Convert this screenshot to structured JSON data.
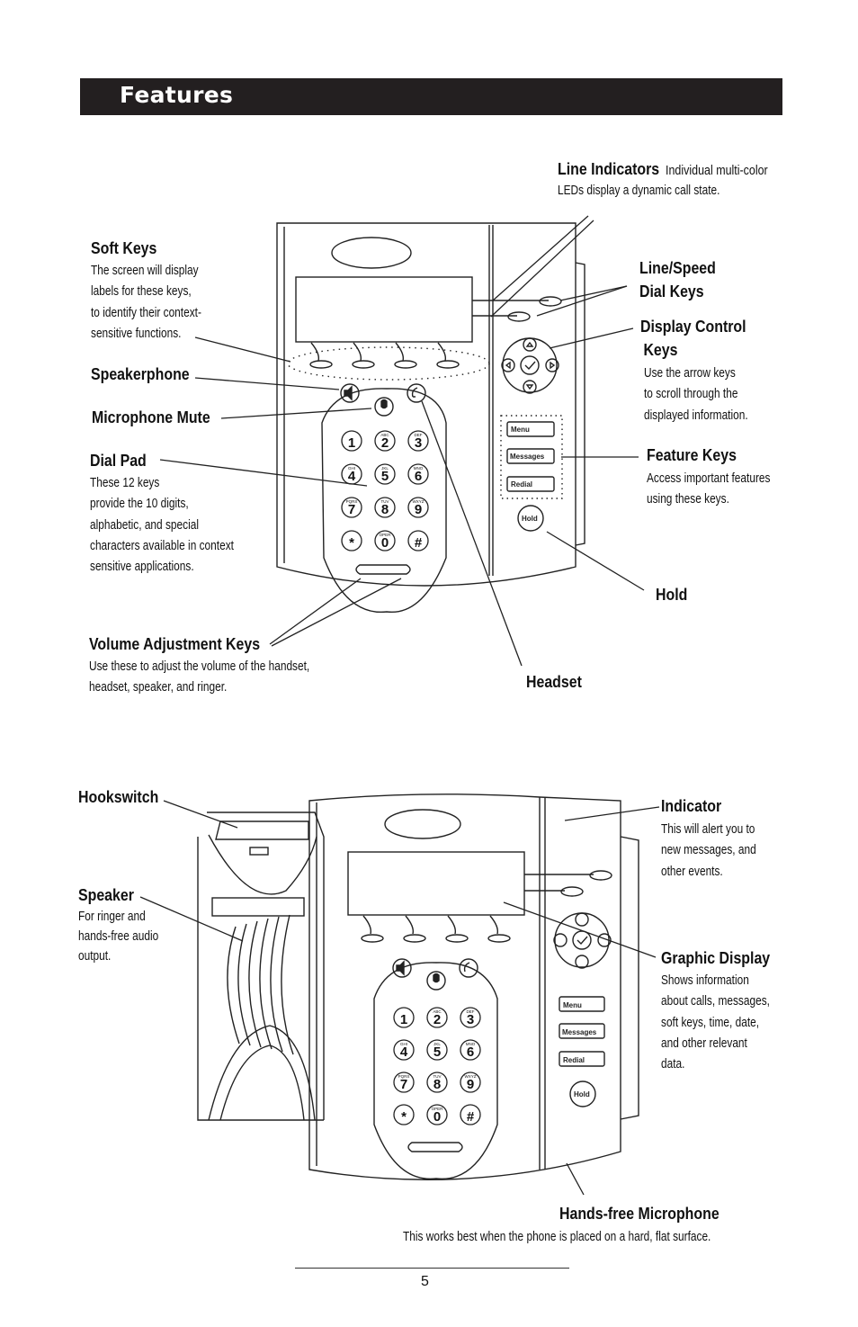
{
  "header": {
    "title": "Features"
  },
  "top_diagram": {
    "line_indicators": {
      "label": "Line Indicators",
      "desc_1": "Individual multi-color",
      "desc_2": "LEDs display a dynamic call state."
    },
    "soft_keys": {
      "label": "Soft Keys",
      "desc": [
        "The screen will display",
        "labels for these keys,",
        "to identify their context-",
        "sensitive functions."
      ]
    },
    "speakerphone": {
      "label": "Speakerphone"
    },
    "microphone_mute": {
      "label": "Microphone Mute"
    },
    "dial_pad": {
      "label": "Dial Pad",
      "desc": [
        "These 12 keys",
        "provide the 10 digits,",
        "alphabetic, and special",
        "characters available in context",
        "sensitive applications."
      ]
    },
    "volume_keys": {
      "label": "Volume Adjustment Keys",
      "desc": [
        "Use these to adjust the volume of the handset,",
        "headset, speaker, and ringer."
      ]
    },
    "headset": {
      "label": "Headset"
    },
    "line_speed_dial": {
      "label_1": "Line/Speed",
      "label_2": "Dial Keys"
    },
    "display_control": {
      "label_1": "Display Control",
      "label_2": "Keys",
      "desc": [
        "Use the arrow keys",
        "to scroll through the",
        "displayed information."
      ]
    },
    "feature_keys": {
      "label": "Feature Keys",
      "desc": [
        "Access important features",
        "using these keys."
      ]
    },
    "hold": {
      "label": "Hold"
    }
  },
  "bottom_diagram": {
    "hookswitch": {
      "label": "Hookswitch"
    },
    "speaker": {
      "label": "Speaker",
      "desc": [
        "For ringer and",
        "hands-free audio",
        "output."
      ]
    },
    "indicator": {
      "label": "Indicator",
      "desc": [
        "This will alert you to",
        "new messages, and",
        "other events."
      ]
    },
    "graphic_display": {
      "label": "Graphic Display",
      "desc": [
        "Shows information",
        "about calls, messages,",
        "soft keys, time, date,",
        "and other relevant",
        "data."
      ]
    },
    "hands_free_mic": {
      "label": "Hands-free Microphone",
      "desc": "This works best when the phone is placed on a hard, flat surface."
    }
  },
  "phone_keys": {
    "menu": "Menu",
    "messages": "Messages",
    "redial": "Redial",
    "hold": "Hold",
    "digits": [
      "1",
      "2",
      "3",
      "4",
      "5",
      "6",
      "7",
      "8",
      "9",
      "*",
      "0",
      "#"
    ],
    "letters": [
      "",
      "ABC",
      "DEF",
      "GHI",
      "JKL",
      "MNO",
      "PQRS",
      "TUV",
      "WXYZ",
      "",
      "OPER",
      ""
    ]
  },
  "footer": {
    "page_number": "5"
  }
}
